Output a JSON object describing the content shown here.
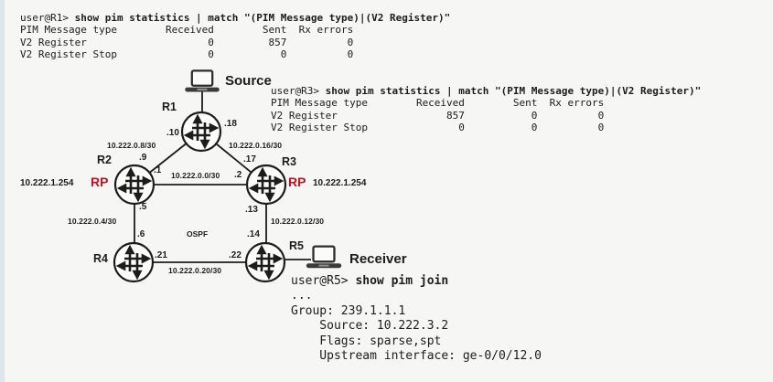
{
  "colors": {
    "bg": "#f6f6f5",
    "ink": "#1c1c1c",
    "rp_red": "#c0121f"
  },
  "terminals": {
    "r1": {
      "prompt": "user@R1> ",
      "command": "show pim statistics | match \"(PIM Message type)|(V2 Register)\"",
      "header": "PIM Message type        Received        Sent  Rx errors",
      "rows": [
        "V2 Register                    0         857          0",
        "V2 Register Stop               0           0          0"
      ]
    },
    "r3": {
      "prompt": "user@R3> ",
      "command": "show pim statistics | match \"(PIM Message type)|(V2 Register)\"",
      "header": "PIM Message type        Received        Sent  Rx errors",
      "rows": [
        "V2 Register                  857           0          0",
        "V2 Register Stop               0           0          0"
      ]
    },
    "r5": {
      "prompt": "user@R5> ",
      "command": "show pim join",
      "lines": [
        "...",
        "Group: 239.1.1.1",
        "    Source: 10.222.3.2",
        "    Flags: sparse,spt",
        "    Upstream interface: ge-0/0/12.0"
      ]
    }
  },
  "diagram": {
    "hosts": {
      "source": "Source",
      "receiver": "Receiver"
    },
    "protocol": "OSPF",
    "rp": {
      "label": "RP",
      "address_left": "10.222.1.254",
      "address_right": "10.222.1.254"
    },
    "routers": {
      "r1": "R1",
      "r2": "R2",
      "r3": "R3",
      "r4": "R4",
      "r5": "R5"
    },
    "subnets": {
      "r1_r2": "10.222.0.8/30",
      "r1_r3": "10.222.0.16/30",
      "r2_r3": "10.222.0.0/30",
      "r2_r4": "10.222.0.4/30",
      "r3_r5": "10.222.0.12/30",
      "r4_r5": "10.222.0.20/30"
    },
    "interfaces": {
      "r1_left": ".10",
      "r1_right": ".18",
      "r2_top": ".9",
      "r2_right": ".1",
      "r2_bottom": ".5",
      "r3_top": ".17",
      "r3_left": ".2",
      "r3_bottom": ".13",
      "r4_top": ".6",
      "r4_right": ".21",
      "r5_top": ".14",
      "r5_left": ".22"
    }
  }
}
